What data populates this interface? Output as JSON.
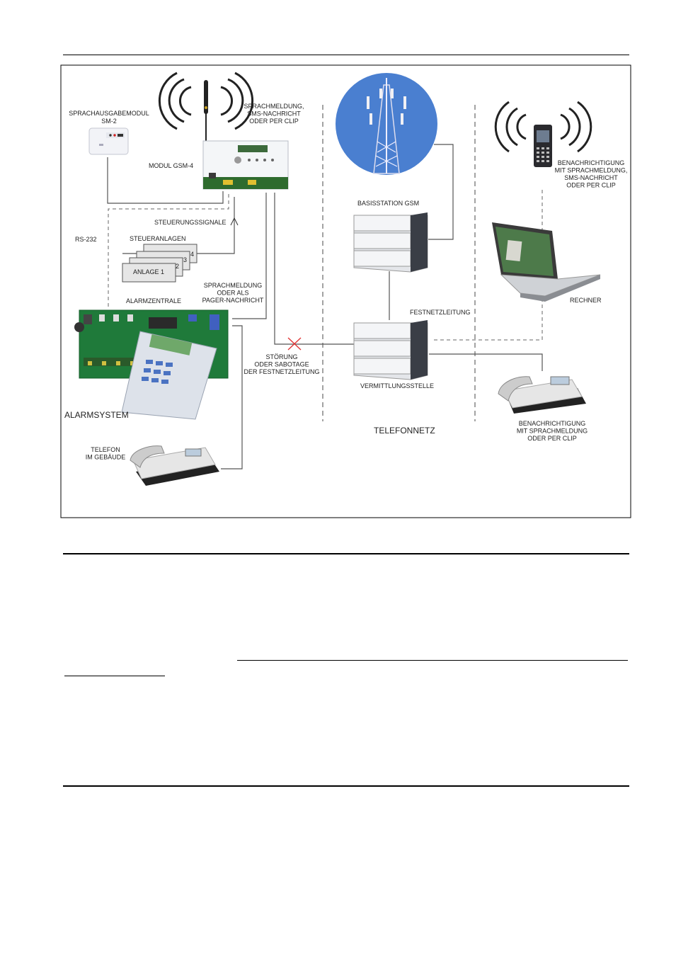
{
  "labels": {
    "sm2": [
      "SPRACHAUSGABEMODUL",
      "SM-2"
    ],
    "sms_top": [
      "SPRACHMELDUNG,",
      "SMS-NACHRICHT",
      "ODER PER CLIP"
    ],
    "gsm4": "MODUL GSM-4",
    "steuerungssignale": "STEUERUNGSSIGNALE",
    "rs232": "RS-232",
    "steueranlagen": "STEUERANLAGEN",
    "anlage1": "ANLAGE 1",
    "anlage_nums": [
      "2",
      "3",
      "4"
    ],
    "alarmzentrale": "ALARMZENTRALE",
    "pager": [
      "SPRACHMELDUNG",
      "ODER ALS",
      "PAGER-NACHRICHT"
    ],
    "stoerung": [
      "STÖRUNG",
      "ODER SABOTAGE",
      "DER FESTNETZLEITUNG"
    ],
    "alarmsystem": "ALARMSYSTEM",
    "telefon_gebaeude": [
      "TELEFON",
      "IM GEBÄUDE"
    ],
    "basisstation": "BASISSTATION GSM",
    "festnetzleitung": "FESTNETZLEITUNG",
    "vermittlungsstelle": "VERMITTLUNGSSTELLE",
    "telefonnetz": "TELEFONNETZ",
    "benach_mobile": [
      "BENACHRICHTIGUNG",
      "MIT SPRACHMELDUNG,",
      "SMS-NACHRICHT",
      "ODER PER CLIP"
    ],
    "rechner": "RECHNER",
    "benach_phone": [
      "BENACHRICHTIGUNG",
      "MIT SPRACHMELDUNG",
      "ODER PER CLIP"
    ]
  },
  "colors": {
    "sky": "#4a7fd0",
    "pcb": "#1f7a3a",
    "line": "#555555",
    "cross": "#e03030"
  }
}
